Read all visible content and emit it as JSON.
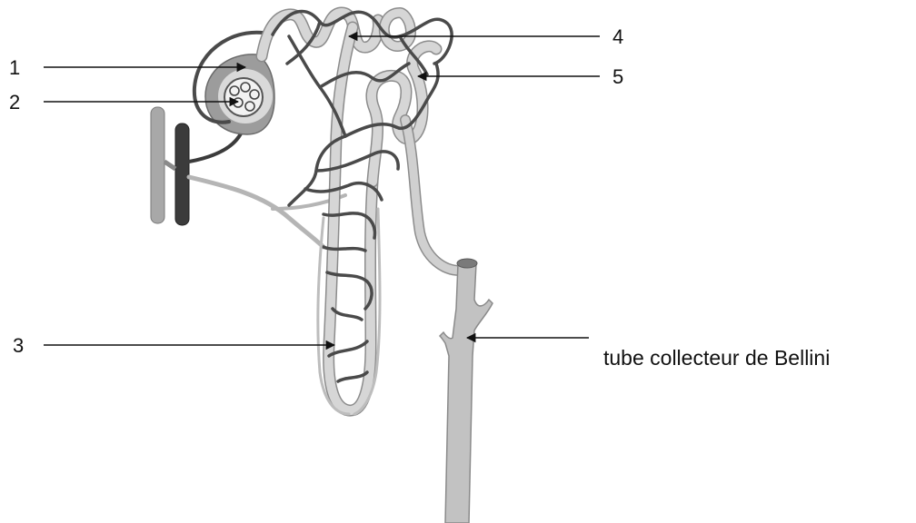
{
  "labels": {
    "l1": "1",
    "l2": "2",
    "l3": "3",
    "l4": "4",
    "l5": "5",
    "collecting_duct": "tube collecteur de Bellini"
  },
  "colors": {
    "tubule": "#cfcfcf",
    "tubule_edge": "#9a9a9a",
    "capillary": "#4a4a4a",
    "capsule": "#9c9c9c",
    "capsule_inner": "#e3e3e3",
    "vessel_light": "#a8a8a8",
    "vessel_dark": "#3b3b3b",
    "collecting_duct": "#c2c2c2",
    "arrow": "#111111"
  }
}
